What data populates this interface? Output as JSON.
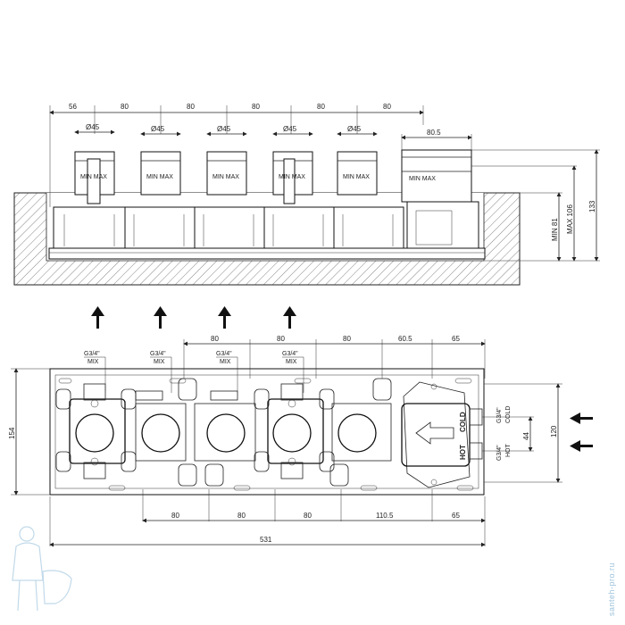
{
  "top_view": {
    "dims_top": [
      "56",
      "80",
      "80",
      "80",
      "80",
      "80",
      "80.5"
    ],
    "diam_labels": [
      "Ø45",
      "Ø45",
      "Ø45",
      "Ø45",
      "Ø45"
    ],
    "dims_right": [
      "MIN 81",
      "MAX 106",
      "133"
    ],
    "wall_text": "MIN MAX"
  },
  "front_view": {
    "port_labels": [
      {
        "thread": "G3/4\"",
        "name": "MIX"
      },
      {
        "thread": "G3/4\"",
        "name": "MIX"
      },
      {
        "thread": "G3/4\"",
        "name": "MIX"
      },
      {
        "thread": "G3/4\"",
        "name": "MIX"
      }
    ],
    "dims_top": [
      "80",
      "80",
      "80",
      "60.5",
      "65"
    ],
    "dims_bottom": [
      "80",
      "80",
      "80",
      "110.5",
      "65"
    ],
    "overall_width": "531",
    "height_left": "154",
    "height_right": "120",
    "inlet_spacing": "44",
    "cold_label": "COLD",
    "hot_label": "HOT",
    "cold_thread": "G3/4\"",
    "hot_thread": "G3/4\"",
    "cold_side": "COLD",
    "hot_side": "HOT"
  },
  "watermark": "santeh-pro.ru"
}
